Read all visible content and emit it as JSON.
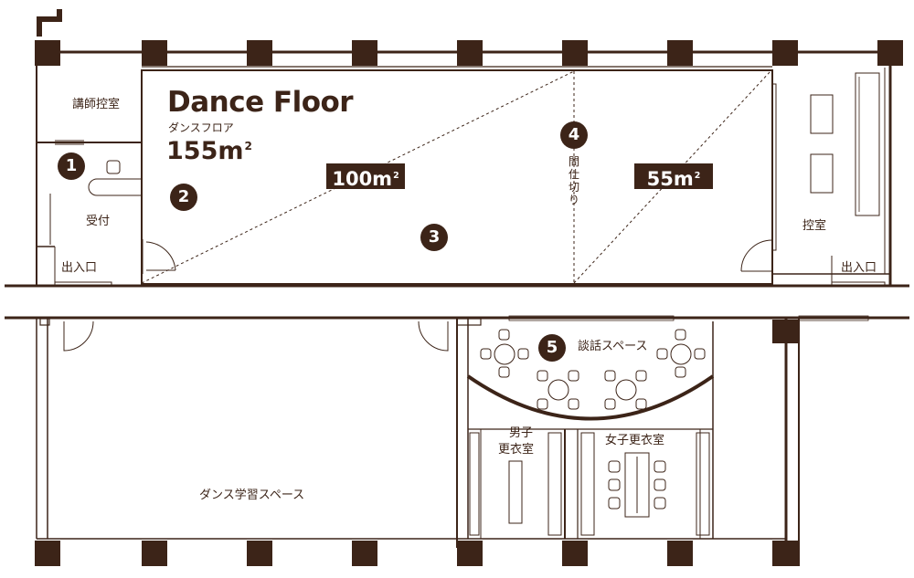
{
  "title": "Dance Floor",
  "subtitle": "ダンスフロア",
  "main_area": {
    "value": "155m",
    "sup": "2"
  },
  "split_areas": [
    {
      "value": "100m",
      "sup": "2"
    },
    {
      "value": "55m",
      "sup": "2"
    }
  ],
  "markers": [
    "1",
    "2",
    "3",
    "4",
    "5"
  ],
  "partition_label": "間仕切り",
  "rooms": {
    "instructor_room": "講師控室",
    "reception": "受付",
    "exit_left": "出入口",
    "exit_right": "出入口",
    "waiting_room": "控室",
    "lounge": "談話スペース",
    "mens_locker_line1": "男子",
    "mens_locker_line2": "更衣室",
    "womens_locker": "女子更衣室",
    "study_space": "ダンス学習スペース"
  },
  "colors": {
    "wall": "#3c2418",
    "line": "#3c2418",
    "background": "#ffffff"
  }
}
